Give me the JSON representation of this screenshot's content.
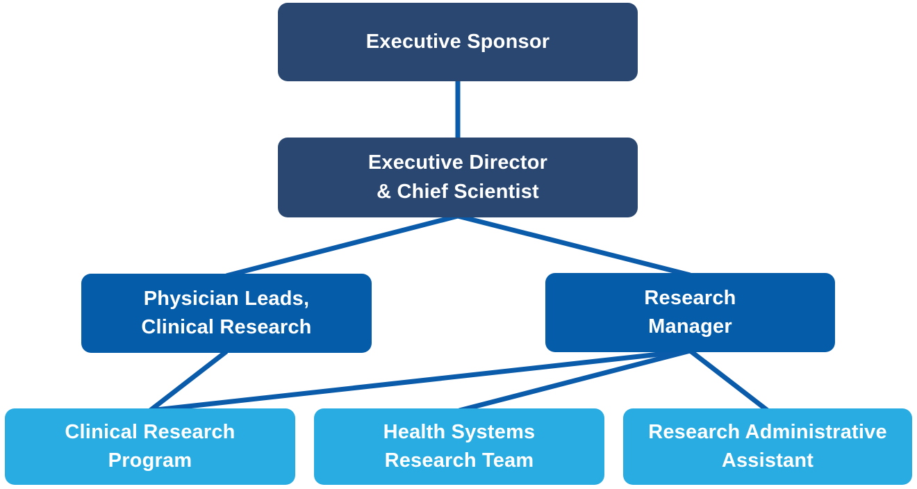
{
  "diagram": {
    "type": "org-chart",
    "background": "#ffffff",
    "line_color": "#0a5caa",
    "text_color": "#ffffff",
    "nodes": [
      {
        "id": "executive-sponsor",
        "label": "Executive Sponsor",
        "level": 1,
        "color": "#294770"
      },
      {
        "id": "executive-director",
        "label": "Executive Director\n& Chief Scientist",
        "level": 2,
        "color": "#294770"
      },
      {
        "id": "physician-leads",
        "label": "Physician Leads,\nClinical Research",
        "level": 3,
        "color": "#055CA9"
      },
      {
        "id": "research-manager",
        "label": "Research\nManager",
        "level": 3,
        "color": "#055CA9"
      },
      {
        "id": "clinical-research-program",
        "label": "Clinical Research\nProgram",
        "level": 4,
        "color": "#29ACE2"
      },
      {
        "id": "health-systems-research-team",
        "label": "Health Systems\nResearch Team",
        "level": 4,
        "color": "#29ACE2"
      },
      {
        "id": "research-administrative-assistant",
        "label": "Research Administrative\nAssistant",
        "level": 4,
        "color": "#29ACE2"
      }
    ],
    "edges": [
      {
        "from": "executive-sponsor",
        "to": "executive-director"
      },
      {
        "from": "executive-director",
        "to": "physician-leads"
      },
      {
        "from": "executive-director",
        "to": "research-manager"
      },
      {
        "from": "physician-leads",
        "to": "clinical-research-program"
      },
      {
        "from": "research-manager",
        "to": "clinical-research-program"
      },
      {
        "from": "research-manager",
        "to": "health-systems-research-team"
      },
      {
        "from": "research-manager",
        "to": "research-administrative-assistant"
      }
    ]
  }
}
